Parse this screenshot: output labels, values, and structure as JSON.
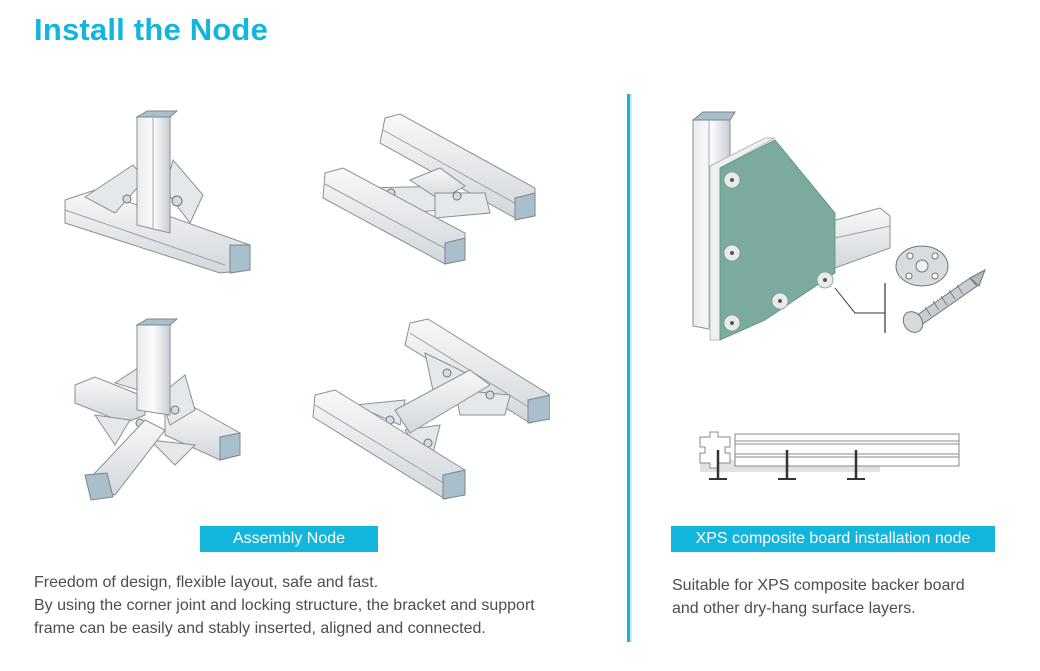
{
  "page": {
    "title": "Install the Node",
    "accent_color": "#12b5dc",
    "board_color": "#7aab9e"
  },
  "left_section": {
    "illustrations": [
      {
        "name": "t-joint-node",
        "description": "Vertical post on horizontal beam with corner brackets"
      },
      {
        "name": "h-joint-node",
        "description": "Two parallel beams joined by a cross member with brackets"
      },
      {
        "name": "four-way-node",
        "description": "Vertical post with three horizontal arms joined by brackets"
      },
      {
        "name": "double-h-joint-node",
        "description": "Two parallel beams joined by a cross member with four brackets"
      }
    ],
    "label": "Assembly Node",
    "description_lines": [
      "Freedom of design, flexible layout, safe and fast.",
      "By using the corner joint and locking structure, the bracket and support",
      "frame can be easily and stably inserted, aligned and connected."
    ]
  },
  "right_section": {
    "illustrations": [
      {
        "name": "xps-board-mount",
        "description": "XPS composite board fixed to frame with washers and screws"
      },
      {
        "name": "washer-and-screw",
        "description": "Fixing washer and self-drilling screw"
      },
      {
        "name": "section-view",
        "description": "Cross-section of profile with board and screws"
      }
    ],
    "label": "XPS composite board installation node",
    "description_lines": [
      "Suitable for XPS composite backer board",
      "and other dry-hang surface layers."
    ]
  }
}
